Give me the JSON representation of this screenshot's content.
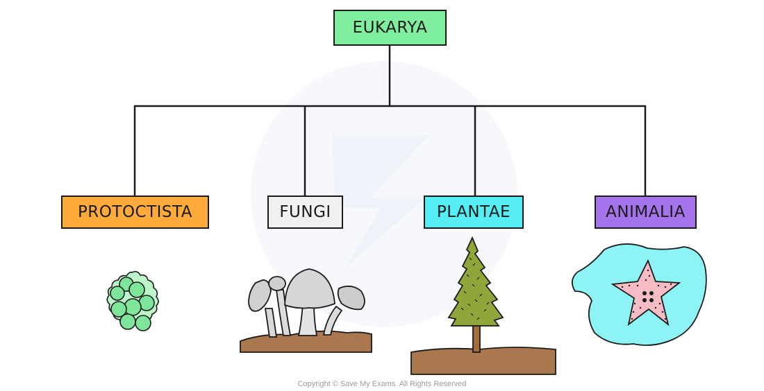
{
  "diagram": {
    "root": {
      "label": "EUKARYA",
      "color": "#80ee9f"
    },
    "kingdoms": [
      {
        "label": "PROTOCTISTA",
        "color": "#ffab3b",
        "illustration": "protoctist-cell-cluster"
      },
      {
        "label": "FUNGI",
        "color": "#f0f0f0",
        "illustration": "mushrooms"
      },
      {
        "label": "PLANTAE",
        "color": "#55eef4",
        "illustration": "conifer-tree"
      },
      {
        "label": "ANIMALIA",
        "color": "#a574ea",
        "illustration": "starfish-in-water"
      }
    ]
  },
  "footer": {
    "copyright": "Copyright © Save My Exams. All Rights Reserved"
  }
}
